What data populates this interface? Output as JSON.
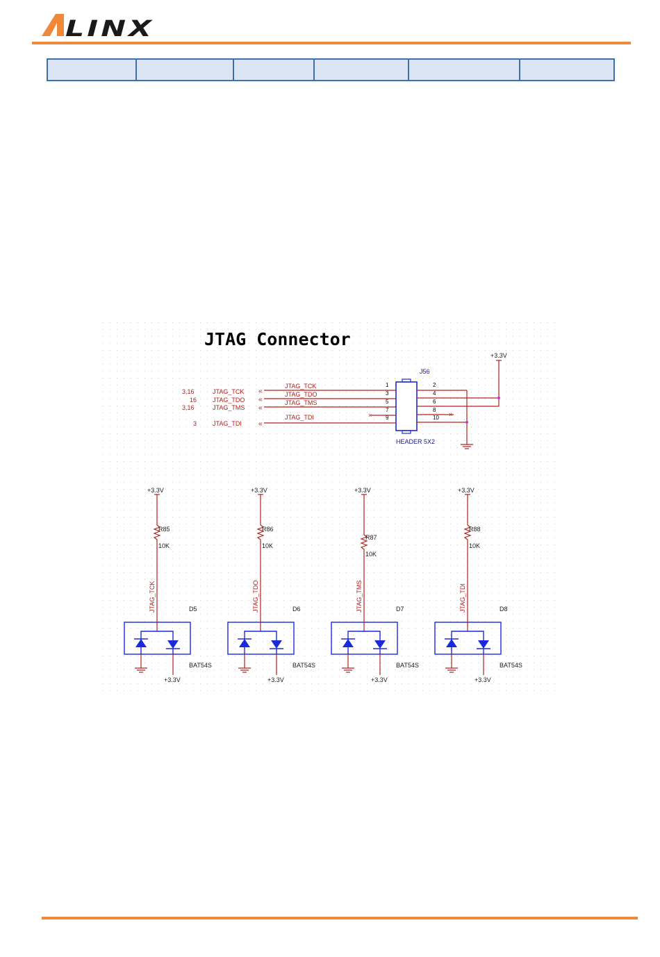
{
  "header": {
    "logo_text": "ALINX",
    "cells": [
      "",
      "",
      "",
      "",
      "",
      ""
    ]
  },
  "colors": {
    "accent_orange": "#f0883a",
    "logo_dark": "#1a1a1a",
    "table_border": "#3d6fae",
    "table_fill": "#dbe5f3",
    "wire_red": "#b0201c",
    "diode_blue": "#1a2ad8",
    "junction_magenta": "#cc33cc"
  },
  "schematic": {
    "title": "JTAG Connector",
    "connector": {
      "ref": "J56",
      "part": "HEADER 5X2",
      "power": "+3.3V",
      "pins_left": [
        "1",
        "3",
        "5",
        "7",
        "9"
      ],
      "pins_right": [
        "2",
        "4",
        "6",
        "8",
        "10"
      ]
    },
    "signals": [
      {
        "sheet": "3,16",
        "port": "JTAG_TCK",
        "net": "JTAG_TCK"
      },
      {
        "sheet": "16",
        "port": "JTAG_TDO",
        "net": "JTAG_TDO"
      },
      {
        "sheet": "3,16",
        "port": "JTAG_TMS",
        "net": "JTAG_TMS"
      },
      {
        "sheet": "3",
        "port": "JTAG_TDI",
        "net": "JTAG_TDI"
      }
    ],
    "protection": [
      {
        "power": "+3.3V",
        "resistor": "R85",
        "value": "10K",
        "net": "JTAG_TCK",
        "diode": "D5",
        "part": "BAT54S",
        "bottom_power": "+3.3V"
      },
      {
        "power": "+3.3V",
        "resistor": "R86",
        "value": "10K",
        "net": "JTAG_TDO",
        "diode": "D6",
        "part": "BAT54S",
        "bottom_power": "+3.3V"
      },
      {
        "power": "+3.3V",
        "resistor": "R87",
        "value": "10K",
        "net": "JTAG_TMS",
        "diode": "D7",
        "part": "BAT54S",
        "bottom_power": "+3.3V"
      },
      {
        "power": "+3.3V",
        "resistor": "R88",
        "value": "10K",
        "net": "JTAG_TDI",
        "diode": "D8",
        "part": "BAT54S",
        "bottom_power": "+3.3V"
      }
    ]
  }
}
